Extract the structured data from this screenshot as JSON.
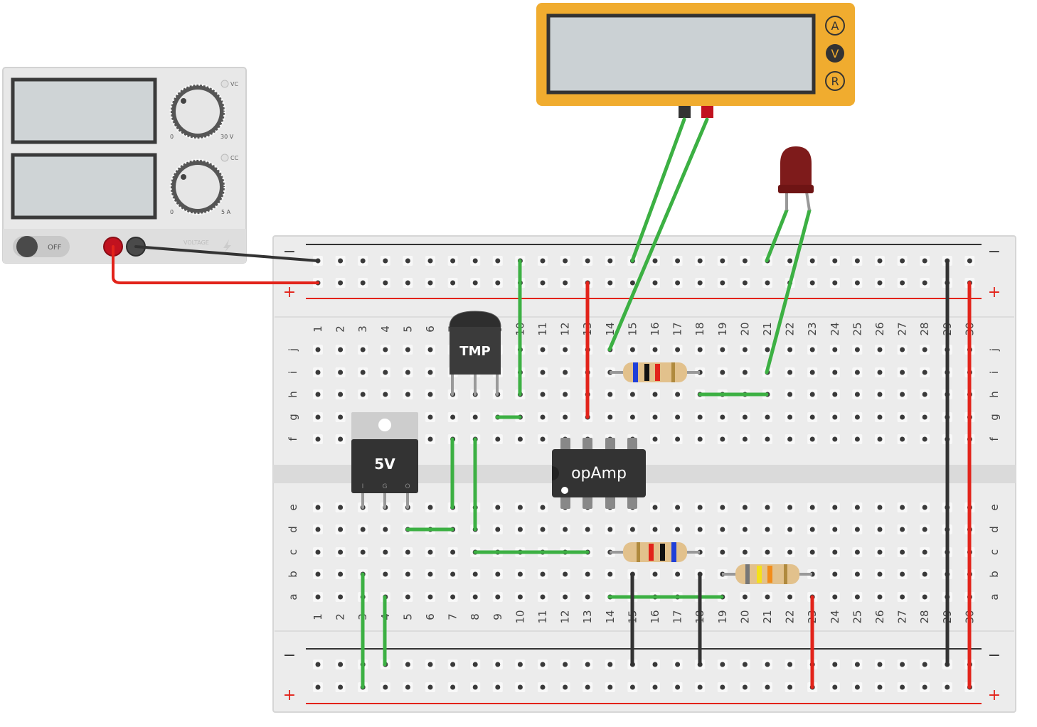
{
  "power_supply": {
    "voltage_knob_min": "0",
    "voltage_knob_max": "30 V",
    "current_knob_min": "0",
    "current_knob_max": "5 A",
    "vc_indicator": "VC",
    "cc_indicator": "CC",
    "power_switch": "OFF",
    "brand_label": "VOLTAGE"
  },
  "multimeter": {
    "modes": [
      "A",
      "V",
      "R"
    ],
    "selected_mode": "V"
  },
  "breadboard": {
    "rail_minus": "−",
    "rail_plus": "+",
    "columns": [
      "1",
      "2",
      "3",
      "4",
      "5",
      "6",
      "7",
      "8",
      "9",
      "10",
      "11",
      "12",
      "13",
      "14",
      "15",
      "16",
      "17",
      "18",
      "19",
      "20",
      "21",
      "22",
      "23",
      "24",
      "25",
      "26",
      "27",
      "28",
      "29",
      "30"
    ],
    "rows_top": [
      "j",
      "i",
      "h",
      "g",
      "f"
    ],
    "rows_bottom": [
      "e",
      "d",
      "c",
      "b",
      "a"
    ]
  },
  "components": {
    "temp_sensor": "TMP",
    "voltage_regulator": "5V",
    "regulator_pins": [
      "I",
      "G",
      "O"
    ],
    "op_amp": "opAmp"
  },
  "colors": {
    "wire_green": "#3cb043",
    "wire_red": "#e2231a",
    "wire_black": "#333333",
    "multimeter_body": "#f0ac2f",
    "led_red": "#7e1b1b"
  }
}
